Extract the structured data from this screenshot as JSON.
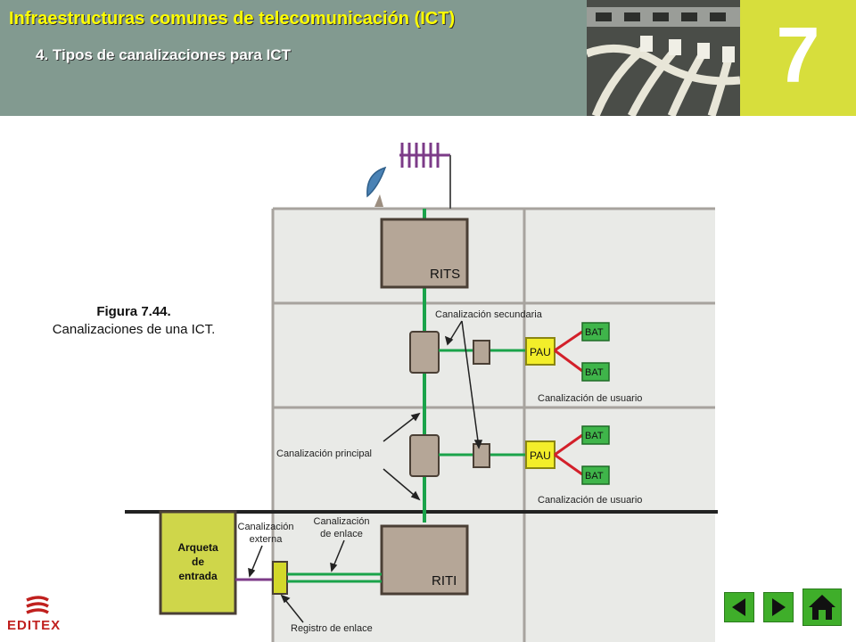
{
  "header": {
    "title": "Infraestructuras comunes de telecomunicación (ICT)",
    "subtitle": "4.   Tipos de canalizaciones para ICT",
    "chapter_number": "7",
    "accent_color": "#d7de3c",
    "header_color": "#829a90",
    "title_color": "#ffff00"
  },
  "caption": {
    "title": "Figura 7.44.",
    "text": "Canalizaciones de una ICT."
  },
  "diagram": {
    "rits": "RITS",
    "riti": "RITI",
    "canalizacion_secundaria": "Canalización secundaria",
    "canalizacion_principal": "Canalización principal",
    "canalizacion_usuario_1": "Canalización de usuario",
    "canalizacion_usuario_2": "Canalización de usuario",
    "pau_1": "PAU",
    "pau_2": "PAU",
    "bat_1": "BAT",
    "bat_2": "BAT",
    "bat_3": "BAT",
    "bat_4": "BAT",
    "arqueta_l1": "Arqueta",
    "arqueta_l2": "de",
    "arqueta_l3": "entrada",
    "canal_externa_l1": "Canalización",
    "canal_externa_l2": "externa",
    "canal_enlace_l1": "Canalización",
    "canal_enlace_l2": "de enlace",
    "registro_enlace": "Registro de enlace"
  },
  "footer": {
    "logo_text": "EDITEX",
    "nav_prev_icon": "arrow-left-icon",
    "nav_next_icon": "arrow-right-icon",
    "nav_home_icon": "home-icon"
  }
}
